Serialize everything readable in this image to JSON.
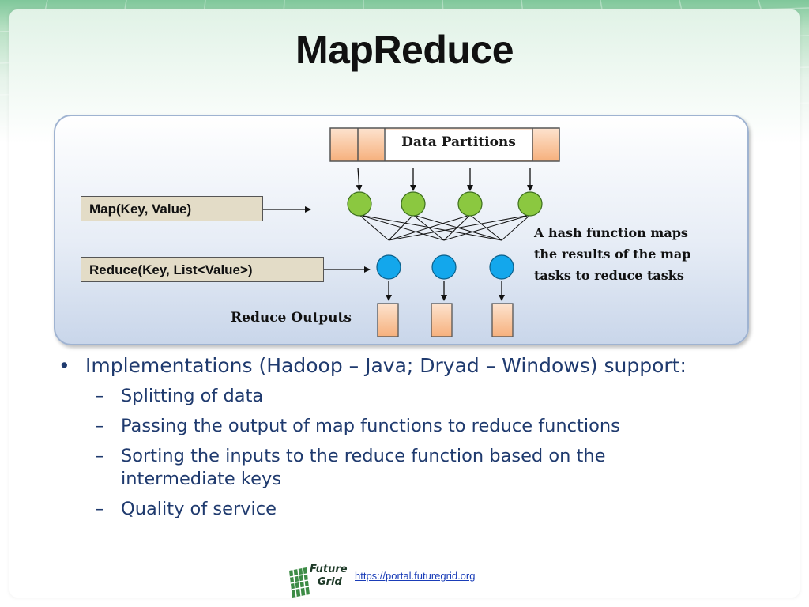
{
  "title": "MapReduce",
  "diagram": {
    "partitions_label": "Data Partitions",
    "map_function_label": "Map(Key, Value)",
    "reduce_function_label": "Reduce(Key, List<Value>)",
    "hash_note_lines": [
      "A hash function maps",
      "the results of the map",
      "tasks to reduce tasks"
    ],
    "outputs_label": "Reduce Outputs",
    "colors": {
      "partition_fill": "#f6b07c",
      "map_node": "#8bc840",
      "reduce_node": "#13a7ec",
      "function_box": "#e3dcc7"
    },
    "map_node_count": 4,
    "reduce_node_count": 3,
    "output_count": 3
  },
  "bullets": {
    "main": "Implementations (Hadoop – Java; Dryad – Windows) support:",
    "subs": [
      {
        "lines": [
          "Splitting of data"
        ]
      },
      {
        "lines": [
          "Passing the output of map functions to reduce functions"
        ]
      },
      {
        "lines": [
          "Sorting the inputs to the reduce function based on the",
          "intermediate keys"
        ]
      },
      {
        "lines": [
          "Quality of service"
        ]
      }
    ]
  },
  "footer": {
    "logo_text_line1": "Future",
    "logo_text_line2": "Grid",
    "link": "https://portal.futuregrid.org"
  }
}
